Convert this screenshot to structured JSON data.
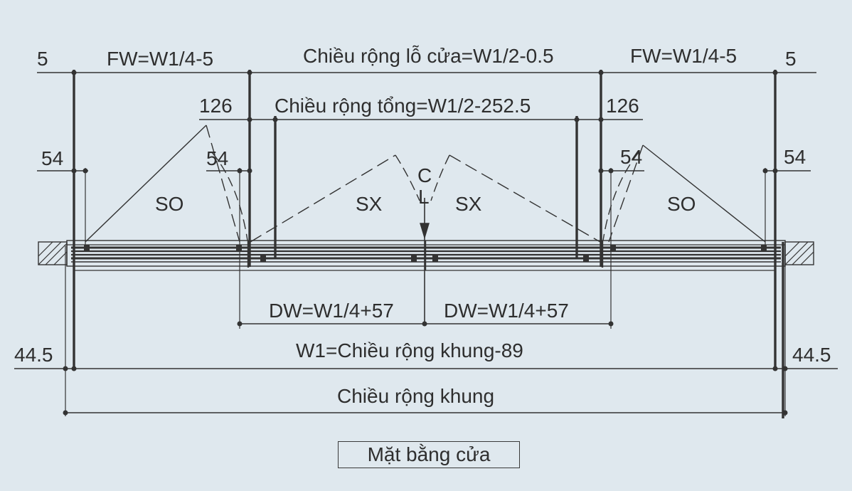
{
  "diagram": {
    "top_dims": {
      "left_offset": "5",
      "left_fixed_width": "FW=W1/4-5",
      "opening_width": "Chiều rộng lỗ cửa=W1/2-0.5",
      "right_fixed_width": "FW=W1/4-5",
      "right_offset": "5"
    },
    "second_dims": {
      "left_overlap": "126",
      "total_width": "Chiều rộng tổng=W1/2-252.5",
      "right_overlap": "126"
    },
    "side_dims": {
      "left_outer": "54",
      "left_inner": "54",
      "right_inner": "54",
      "right_outer": "54"
    },
    "panels": {
      "left_fixed": "SO",
      "left_sliding": "SX",
      "centerline_c": "C",
      "centerline_l": "L",
      "right_sliding": "SX",
      "right_fixed": "SO"
    },
    "bottom_dims": {
      "left_door_width": "DW=W1/4+57",
      "right_door_width": "DW=W1/4+57",
      "inner_width": "W1=Chiều rộng khung-89",
      "left_frame": "44.5",
      "right_frame": "44.5",
      "frame_width": "Chiều rộng khung"
    },
    "caption": "Mặt bằng cửa"
  }
}
